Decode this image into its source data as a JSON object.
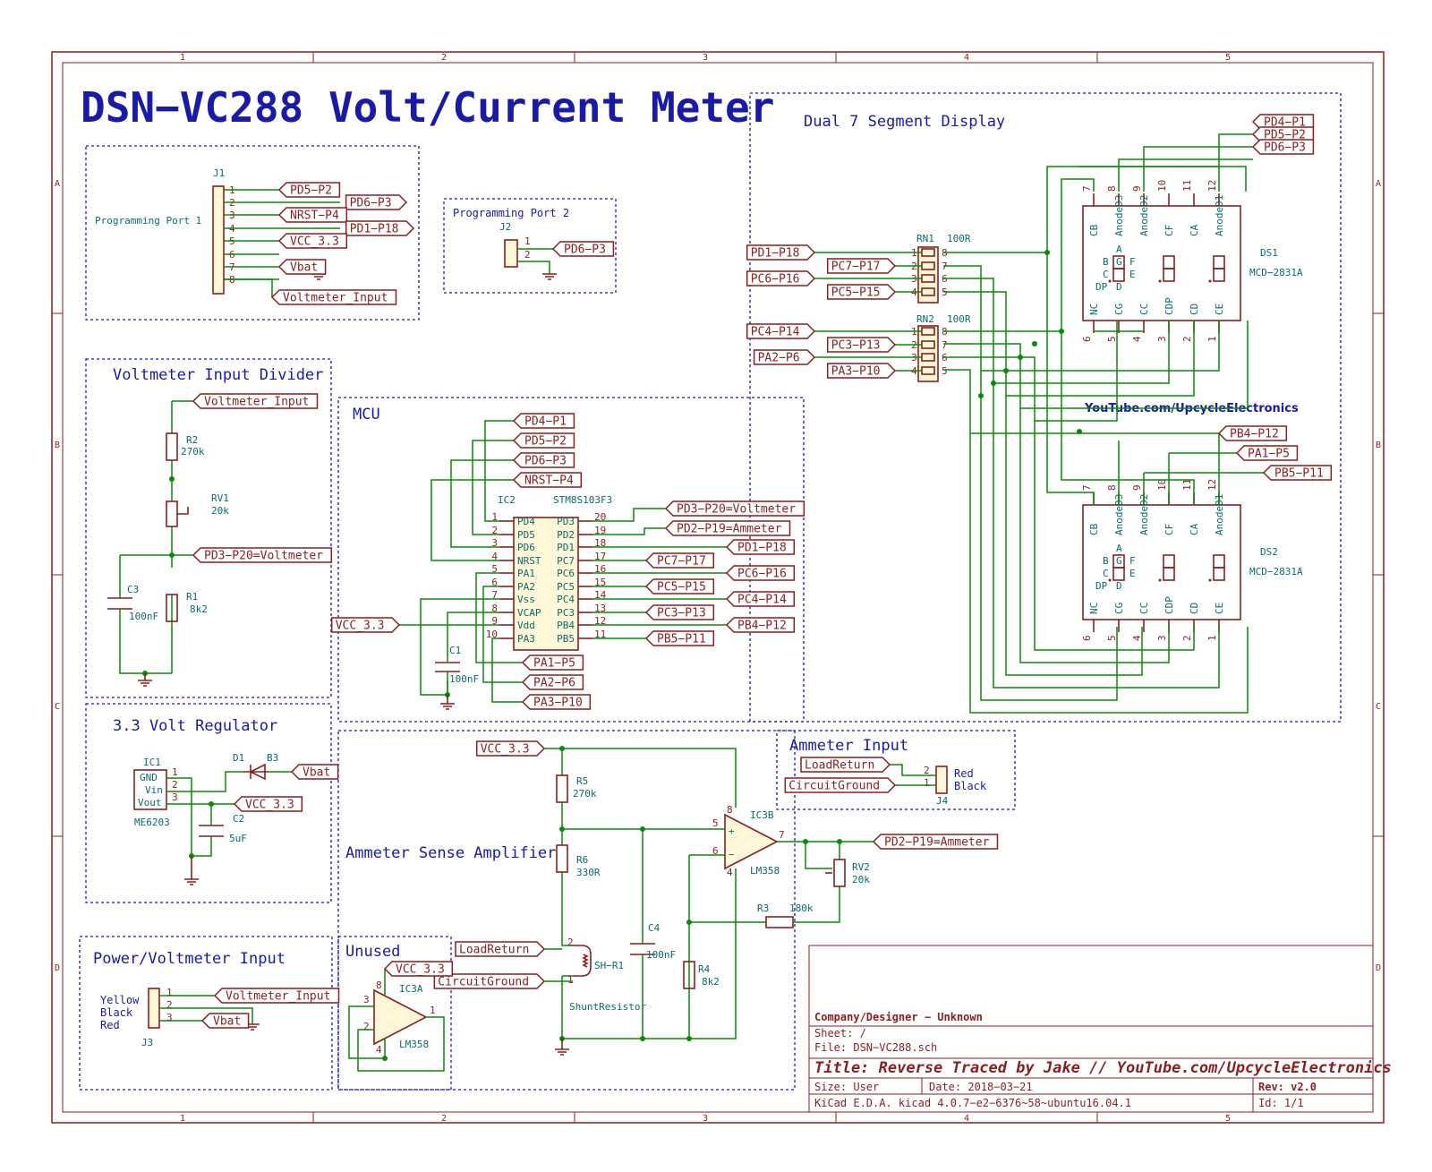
{
  "title": "DSN−VC288 Volt/Current Meter",
  "grid": {
    "cols": [
      "1",
      "2",
      "3",
      "4",
      "5"
    ],
    "rows": [
      "A",
      "B",
      "C",
      "D"
    ]
  },
  "sections": {
    "display": "Dual 7 Segment Display",
    "divider": "Voltmeter Input Divider",
    "mcu": "MCU",
    "regulator": "3.3 Volt Regulator",
    "power": "Power/Voltmeter Input",
    "ammeter_input": "Ammeter Input",
    "amp": "Ammeter Sense Amplifier",
    "unused": "Unused"
  },
  "j1": {
    "ref": "J1",
    "desc": "Programming Port 1",
    "pins": [
      "1",
      "2",
      "3",
      "4",
      "5",
      "6",
      "7",
      "8"
    ],
    "labels": [
      "PD5−P2",
      "PD6−P3",
      "NRST−P4",
      "PD1−P18",
      "VCC_3.3",
      "Vbat",
      "Voltmeter_Input"
    ]
  },
  "j2": {
    "ref": "J2",
    "desc": "Programming Port 2",
    "pins": [
      "1",
      "2"
    ],
    "label": "PD6−P3"
  },
  "divider": {
    "r2": "R2",
    "r2v": "270k",
    "rv1": "RV1",
    "rv1v": "20k",
    "r1": "R1",
    "r1v": "8k2",
    "c3": "C3",
    "c3v": "100nF",
    "in_label": "Voltmeter_Input",
    "out_label": "PD3−P20=Voltmeter"
  },
  "regulator": {
    "ic": "IC1",
    "icv": "ME6203",
    "pins": [
      "GND",
      "Vin",
      "Vout"
    ],
    "pinn": [
      "1",
      "2",
      "3"
    ],
    "d1": "D1",
    "d1v": "B3",
    "c2": "C2",
    "c2v": "5uF",
    "vbat": "Vbat",
    "vcc": "VCC_3.3"
  },
  "power": {
    "ref": "J3",
    "wires": [
      "Yellow",
      "Black",
      "Red"
    ],
    "pins": [
      "1",
      "2",
      "3"
    ],
    "l1": "Voltmeter_Input",
    "l3": "Vbat"
  },
  "mcu": {
    "ref": "IC2",
    "val": "STM8S103F3",
    "left_pins": [
      "PD4",
      "PD5",
      "PD6",
      "NRST",
      "PA1",
      "PA2",
      "Vss",
      "VCAP",
      "Vdd",
      "PA3"
    ],
    "left_nums": [
      "1",
      "2",
      "3",
      "4",
      "5",
      "6",
      "7",
      "8",
      "9",
      "10"
    ],
    "right_pins": [
      "PD3",
      "PD2",
      "PD1",
      "PC7",
      "PC6",
      "PC5",
      "PC4",
      "PC3",
      "PB4",
      "PB5"
    ],
    "right_nums": [
      "20",
      "19",
      "18",
      "17",
      "16",
      "15",
      "14",
      "13",
      "12",
      "11"
    ],
    "top_labels": [
      "PD4−P1",
      "PD5−P2",
      "PD6−P3",
      "NRST−P4"
    ],
    "right_labels": [
      "PD3−P20=Voltmeter",
      "PD2−P19=Ammeter",
      "PD1−P18",
      "PC7−P17",
      "PC6−P16",
      "PC5−P15",
      "PC4−P14",
      "PC3−P13",
      "PB4−P12",
      "PB5−P11"
    ],
    "bottom_labels": [
      "PA1−P5",
      "PA2−P6",
      "PA3−P10"
    ],
    "vcc": "VCC_3.3",
    "c1": "C1",
    "c1v": "100nF"
  },
  "display": {
    "rn1": "RN1",
    "rn1v": "100R",
    "rn2": "RN2",
    "rn2v": "100R",
    "rn1_labels": [
      "PD1−P18",
      "PC7−P17",
      "PC6−P16",
      "PC5−P15"
    ],
    "rn2_labels": [
      "PC4−P14",
      "PC3−P13",
      "PA2−P6",
      "PA3−P10"
    ],
    "rn_left": [
      "1",
      "2",
      "3",
      "4"
    ],
    "rn_right": [
      "8",
      "7",
      "6",
      "5"
    ],
    "ds1": "DS1",
    "ds2": "DS2",
    "dsv": "MCD−2831A",
    "top_pins": [
      "CB",
      "AnodeD3",
      "AnodeD2",
      "CF",
      "CA",
      "AnodeD1"
    ],
    "top_nums": [
      "7",
      "8",
      "9",
      "10",
      "11",
      "12"
    ],
    "bot_pins": [
      "NC",
      "CG",
      "CC",
      "CDP",
      "CD",
      "CE"
    ],
    "bot_nums": [
      "6",
      "5",
      "4",
      "3",
      "2",
      "1"
    ],
    "seg_letters": [
      "A",
      "B",
      "G",
      "F",
      "C",
      "E",
      "D",
      "DP"
    ],
    "ds1_labels": [
      "PD4−P1",
      "PD5−P2",
      "PD6−P3"
    ],
    "ds2_labels": [
      "PB4−P12",
      "PA1−P5",
      "PB5−P11"
    ],
    "youtube": "YouTube.com/UpcycleElectronics"
  },
  "ammeter_input": {
    "ref": "J4",
    "labels": [
      "LoadReturn",
      "CircuitGround"
    ],
    "pins": [
      "2",
      "1"
    ],
    "wires": [
      "Red",
      "Black"
    ]
  },
  "amp": {
    "vcc": "VCC_3.3",
    "r5": "R5",
    "r5v": "270k",
    "r6": "R6",
    "r6v": "330R",
    "c4": "C4",
    "c4v": "100nF",
    "r4": "R4",
    "r4v": "8k2",
    "r3": "R3",
    "r3v": "180k",
    "rv2": "RV2",
    "rv2v": "20k",
    "ic": "IC3B",
    "icv": "LM358",
    "pins": [
      "5",
      "6",
      "7",
      "8",
      "4"
    ],
    "out": "PD2−P19=Ammeter",
    "shunt": "SH−R1",
    "shuntv": "ShuntResistor",
    "l1": "LoadReturn",
    "l2": "CircuitGround",
    "spins": [
      "2",
      "1"
    ]
  },
  "unused": {
    "ic": "IC3A",
    "icv": "LM358",
    "vcc": "VCC_3.3",
    "pins": [
      "3",
      "2",
      "1",
      "8",
      "4"
    ]
  },
  "titleblock": {
    "company": "Company/Designer − Unknown",
    "sheet": "Sheet: /",
    "file": "File: DSN−VC288.sch",
    "title": "Title: Reverse Traced by Jake // YouTube.com/UpcycleElectronics",
    "size": "Size: User",
    "date": "Date: 2018−03−21",
    "rev": "Rev: v2.0",
    "tool": "KiCad E.D.A.  kicad 4.0.7−e2−6376~58~ubuntu16.04.1",
    "id": "Id: 1/1"
  },
  "colors": {
    "frame": "#8a1f1f",
    "wire": "#0a8a0a",
    "text": "#1a1aa8",
    "ref": "#0b6b6b"
  }
}
